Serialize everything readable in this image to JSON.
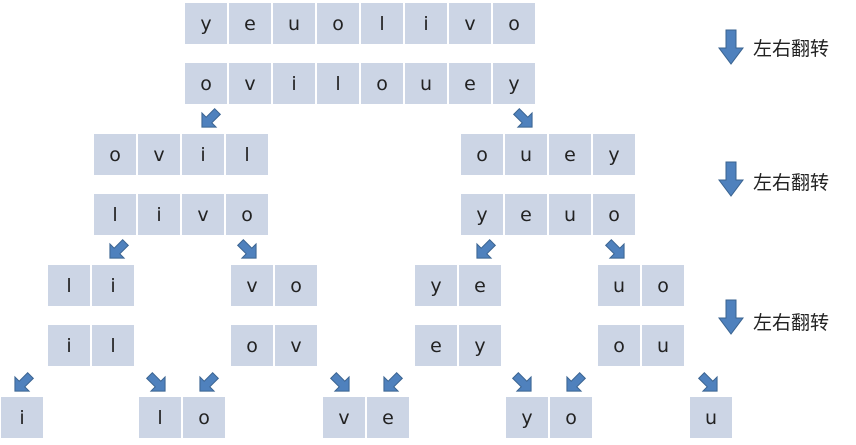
{
  "labels": {
    "flip": "左右翻转"
  },
  "rows": {
    "r1": [
      "y",
      "e",
      "u",
      "o",
      "l",
      "i",
      "v",
      "o"
    ],
    "r2": [
      "o",
      "v",
      "i",
      "l",
      "o",
      "u",
      "e",
      "y"
    ],
    "r3a": [
      "o",
      "v",
      "i",
      "l"
    ],
    "r3b": [
      "o",
      "u",
      "e",
      "y"
    ],
    "r4a": [
      "l",
      "i",
      "v",
      "o"
    ],
    "r4b": [
      "y",
      "e",
      "u",
      "o"
    ],
    "r5a": [
      "l",
      "i"
    ],
    "r5b": [
      "v",
      "o"
    ],
    "r5c": [
      "y",
      "e"
    ],
    "r5d": [
      "u",
      "o"
    ],
    "r6a": [
      "i",
      "l"
    ],
    "r6b": [
      "o",
      "v"
    ],
    "r6c": [
      "e",
      "y"
    ],
    "r6d": [
      "o",
      "u"
    ],
    "leaf1": [
      "i"
    ],
    "leaf2": [
      "l",
      "o"
    ],
    "leaf3": [
      "v",
      "e"
    ],
    "leaf4": [
      "y",
      "o"
    ],
    "leaf5": [
      "u"
    ]
  },
  "colors": {
    "cell": "#ccd5e5",
    "arrow": "#4f81bd",
    "arrow_stroke": "#3a6390"
  }
}
